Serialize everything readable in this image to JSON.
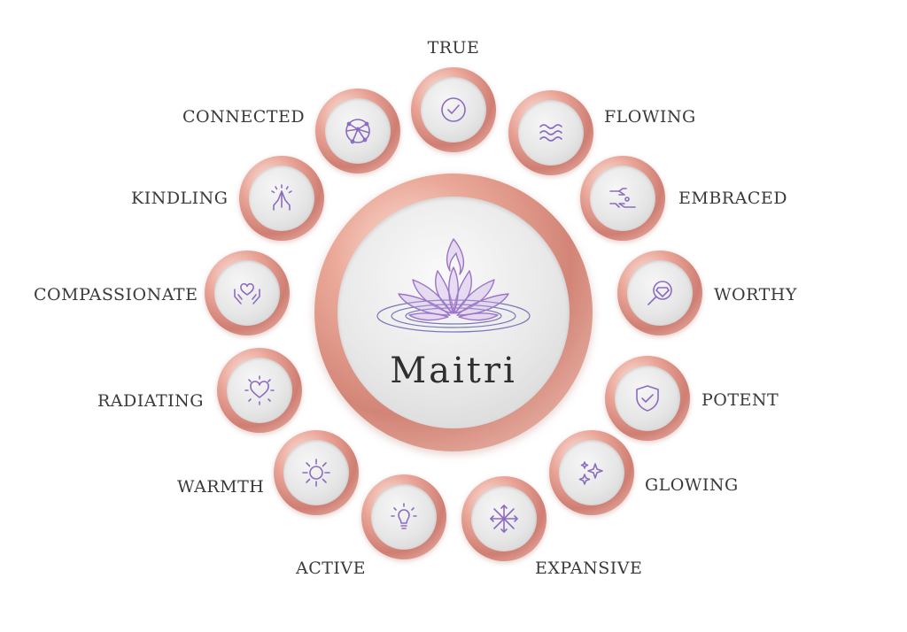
{
  "center": {
    "title": "Maitri",
    "icon": "lotus-flame-icon"
  },
  "colors": {
    "rose_gold": "#d28577",
    "icon_purple": "#8c6cc0",
    "text": "#3a3a3a"
  },
  "qualities": [
    {
      "key": "true",
      "label": "TRUE",
      "icon": "check-circle-icon"
    },
    {
      "key": "flowing",
      "label": "FLOWING",
      "icon": "waves-icon"
    },
    {
      "key": "embraced",
      "label": "EMBRACED",
      "icon": "hands-holding-icon"
    },
    {
      "key": "worthy",
      "label": "WORTHY",
      "icon": "diamond-magnifier-icon"
    },
    {
      "key": "potent",
      "label": "POTENT",
      "icon": "shield-check-icon"
    },
    {
      "key": "glowing",
      "label": "GLOWING",
      "icon": "sparkles-icon"
    },
    {
      "key": "expansive",
      "label": "EXPANSIVE",
      "icon": "arrows-expand-icon"
    },
    {
      "key": "active",
      "label": "ACTIVE",
      "icon": "lightbulb-icon"
    },
    {
      "key": "warmth",
      "label": "WARMTH",
      "icon": "sun-icon"
    },
    {
      "key": "radiating",
      "label": "RADIATING",
      "icon": "radiant-heart-icon"
    },
    {
      "key": "compassionate",
      "label": "COMPASSIONATE",
      "icon": "hands-heart-icon"
    },
    {
      "key": "kindling",
      "label": "KINDLING",
      "icon": "praying-hands-icon"
    },
    {
      "key": "connected",
      "label": "CONNECTED",
      "icon": "network-globe-icon"
    }
  ]
}
